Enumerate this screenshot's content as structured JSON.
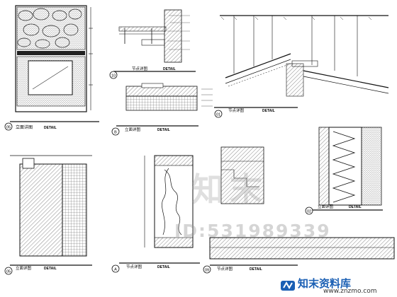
{
  "panels": [
    {
      "ref": "05",
      "title": "立面详图",
      "scale": "DETAIL"
    },
    {
      "ref": "10",
      "title": "节点详图",
      "scale": "DETAIL"
    },
    {
      "ref": "01",
      "title": "节点详图",
      "scale": "DETAIL"
    },
    {
      "ref": "B",
      "title": "立面详图",
      "scale": "DETAIL"
    },
    {
      "ref": "A",
      "title": "节点详图",
      "scale": "DETAIL"
    },
    {
      "ref": "09",
      "title": "节点详图",
      "scale": "DETAIL"
    },
    {
      "ref": "05",
      "title": "立面详图",
      "scale": "DETAIL"
    },
    {
      "ref": "02",
      "title": "立面详图",
      "scale": "DETAIL"
    }
  ],
  "watermark": {
    "main": "知末",
    "id": "ID:531989339"
  },
  "brand": {
    "name": "知末资料库",
    "url": "www.znzmo.com"
  }
}
